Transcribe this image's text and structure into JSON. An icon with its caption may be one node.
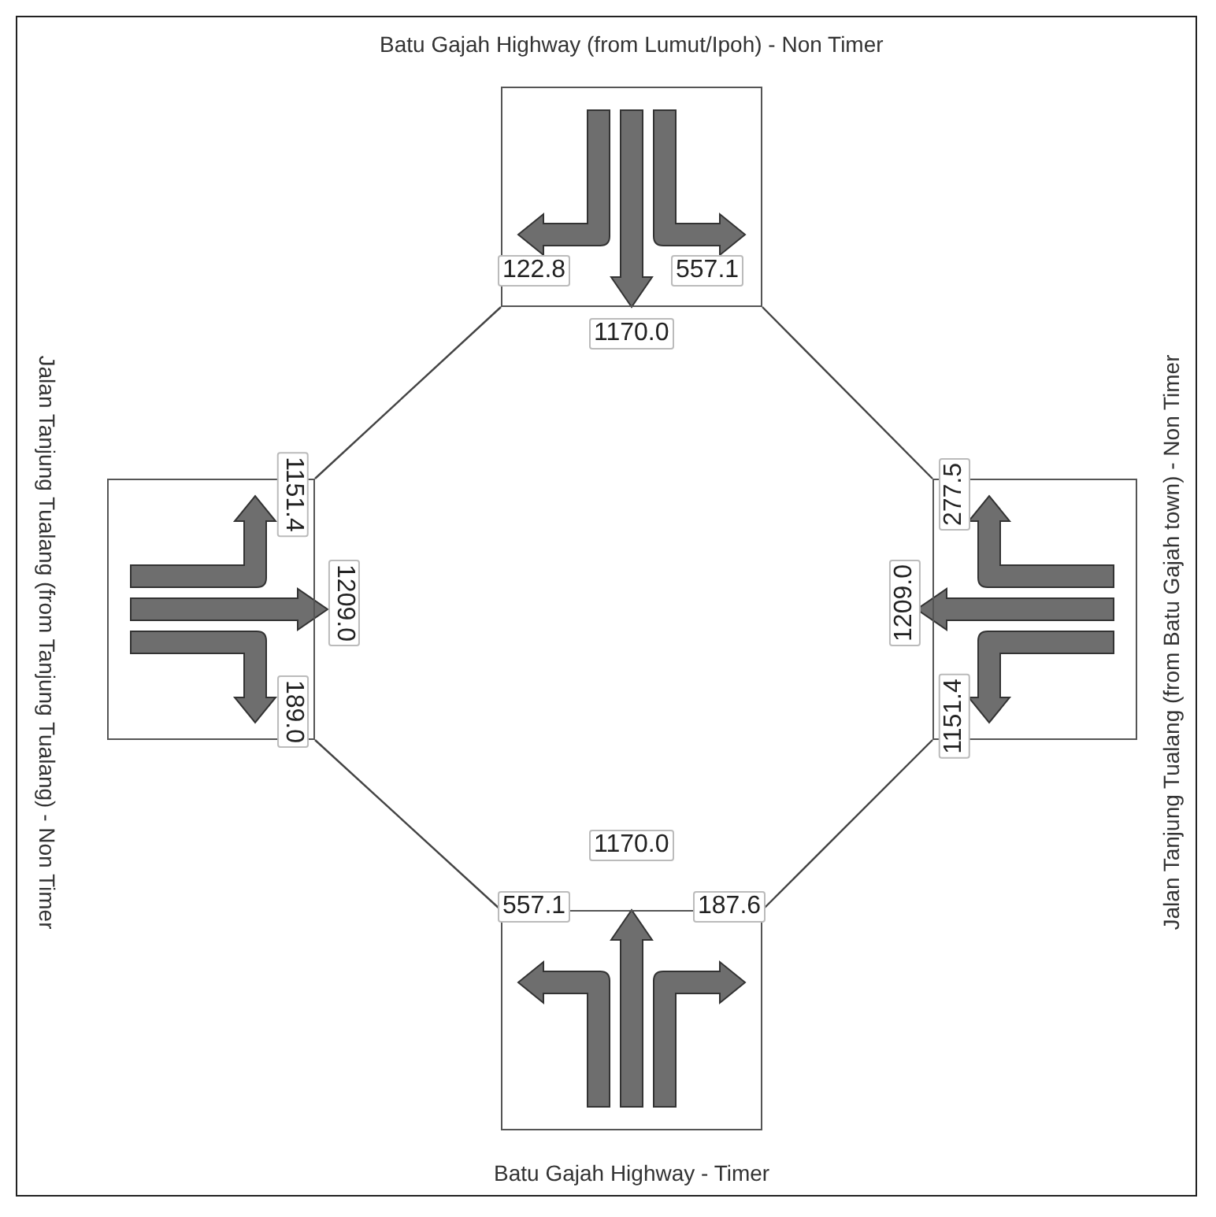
{
  "diagram": {
    "nodes": [
      {
        "text": [
          "Batu Gajah Highway (from Lumut/Ipoh) - Non Timer"
        ]
      },
      {
        "text": [
          "Jalan Tanjung Tualang (from Tanjung Tualang) - Non Timer"
        ]
      },
      {
        "text": [
          "Jalan Tanjung Tualang (from Batu Gajah town) - Non Timer"
        ]
      },
      {
        "text": [
          "Batu Gajah Highway - Timer"
        ]
      }
    ],
    "edges": [
      {
        "from": 0,
        "to": 1,
        "arrow": "none"
      },
      {
        "from": 0,
        "to": 2,
        "arrow": "none"
      },
      {
        "from": 1,
        "to": 3,
        "arrow": "none"
      },
      {
        "from": 2,
        "to": 3,
        "arrow": "none"
      }
    ],
    "labels": [
      "122.8",
      "557.1",
      "1170.0",
      "1151.4",
      "1209.0",
      "189.0",
      "277.5",
      "1209.0",
      "1151.4",
      "1170.0",
      "557.1",
      "187.6"
    ]
  }
}
